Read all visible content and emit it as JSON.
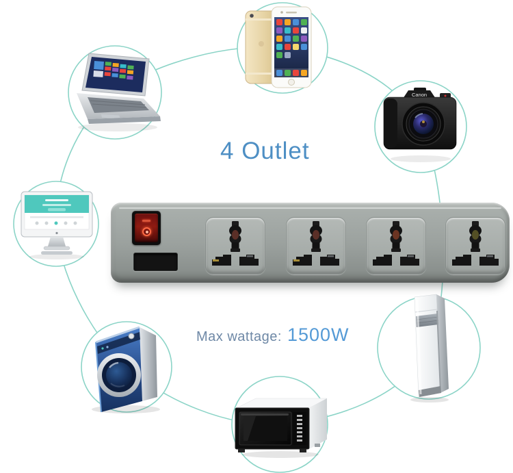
{
  "title": "4 Outlet",
  "wattage": {
    "label": "Max wattage:",
    "value": "1500W"
  },
  "power_strip": {
    "outlet_count": 4,
    "switch": "red-rocker-power-switch",
    "outlets": [
      "universal-socket-1",
      "universal-socket-2",
      "universal-socket-3",
      "universal-socket-4"
    ]
  },
  "devices": [
    {
      "name": "smartphone"
    },
    {
      "name": "laptop"
    },
    {
      "name": "dslr-camera",
      "brand_text": "Canon"
    },
    {
      "name": "desktop-monitor"
    },
    {
      "name": "washing-machine"
    },
    {
      "name": "microwave-oven"
    },
    {
      "name": "tower-air-conditioner"
    }
  ],
  "colors": {
    "ring_teal": "#8bd4c7",
    "title_blue": "#4e8fc4",
    "wattage_label_blue": "#6e88a6",
    "wattage_value_blue": "#549ad6",
    "strip_grey": "#9ba19e"
  }
}
